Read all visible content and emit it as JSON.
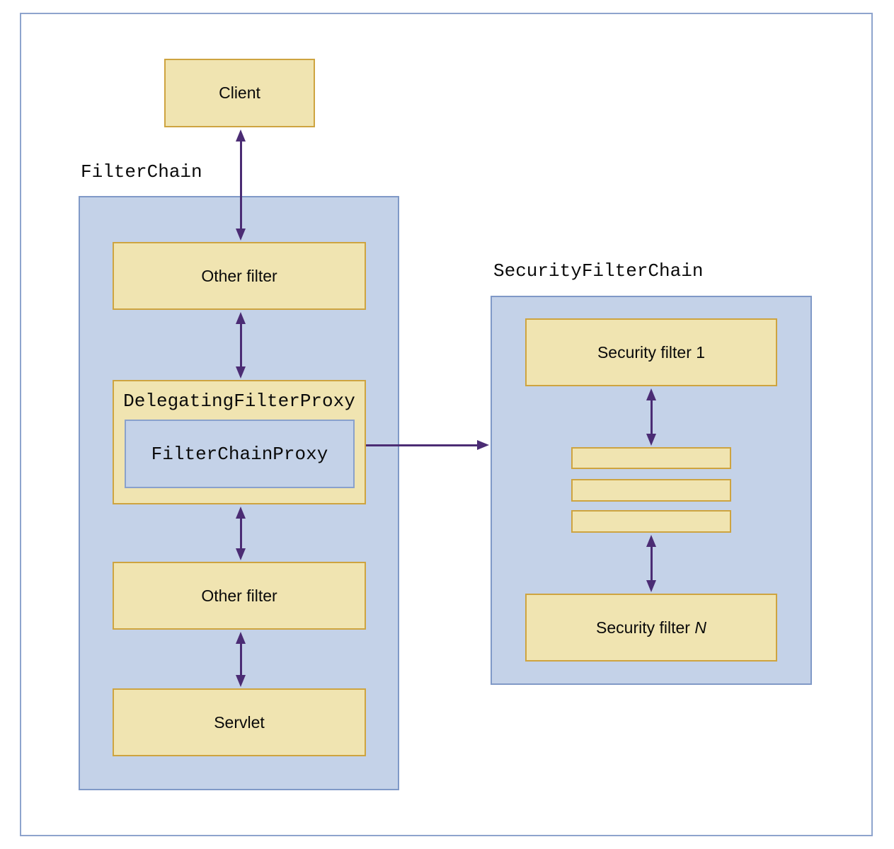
{
  "diagram": {
    "labels": {
      "filter_chain": "FilterChain",
      "security_filter_chain": "SecurityFilterChain"
    },
    "nodes": {
      "client": "Client",
      "other_filter_top": "Other filter",
      "delegating_filter_proxy": "DelegatingFilterProxy",
      "filter_chain_proxy": "FilterChainProxy",
      "other_filter_bottom": "Other filter",
      "servlet": "Servlet",
      "security_filter_1": "Security filter 1",
      "security_filter_n_prefix": "Security filter ",
      "security_filter_n_var": "N"
    },
    "colors": {
      "box_fill": "#f0e4b1",
      "box_border": "#cea440",
      "panel_fill": "#c4d2e8",
      "panel_border": "#8099c7",
      "inner_border": "#8aa1cc",
      "outer_border": "#8ea4cd",
      "arrow": "#4b2c74",
      "text": "#0a0a0a"
    }
  }
}
